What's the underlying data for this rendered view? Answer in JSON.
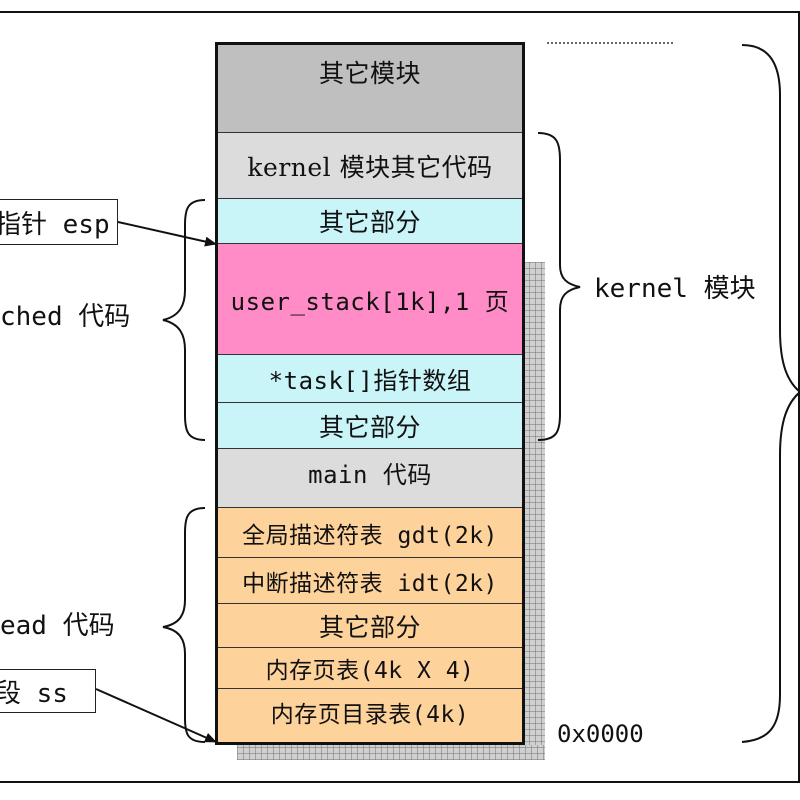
{
  "segments": [
    {
      "id": "other-modules",
      "label": "其它模块",
      "color": "#bfbfbf"
    },
    {
      "id": "kernel-other-code",
      "label": "kernel 模块其它代码",
      "color": "#dcdcdc"
    },
    {
      "id": "other-part-1",
      "label": "其它部分",
      "color": "#c9f4f8"
    },
    {
      "id": "user-stack",
      "label": "user_stack[1k],1 页",
      "color": "#ff8cc6"
    },
    {
      "id": "task-array",
      "label": "*task[]指针数组",
      "color": "#c9f4f8"
    },
    {
      "id": "other-part-2",
      "label": "其它部分",
      "color": "#c9f4f8"
    },
    {
      "id": "main-code",
      "label": "main 代码",
      "color": "#dcdcdc"
    },
    {
      "id": "gdt",
      "label": "全局描述符表 gdt(2k)",
      "color": "#fdd29b"
    },
    {
      "id": "idt",
      "label": "中断描述符表 idt(2k)",
      "color": "#fdd29b"
    },
    {
      "id": "other-part-3",
      "label": "其它部分",
      "color": "#fdd29b"
    },
    {
      "id": "page-tables",
      "label": "内存页表(4k X 4)",
      "color": "#fdd29b"
    },
    {
      "id": "page-directory",
      "label": "内存页目录表(4k)",
      "color": "#fdd29b"
    }
  ],
  "left_labels": {
    "esp_box": "指针 esp",
    "sched_code": "ched 代码",
    "head_code": "ead 代码",
    "ss_box": "段 ss"
  },
  "right_labels": {
    "kernel_module": "kernel 模块",
    "address": "0x0000"
  },
  "colors": {
    "frame": "#111111",
    "arrow": "#111111"
  }
}
